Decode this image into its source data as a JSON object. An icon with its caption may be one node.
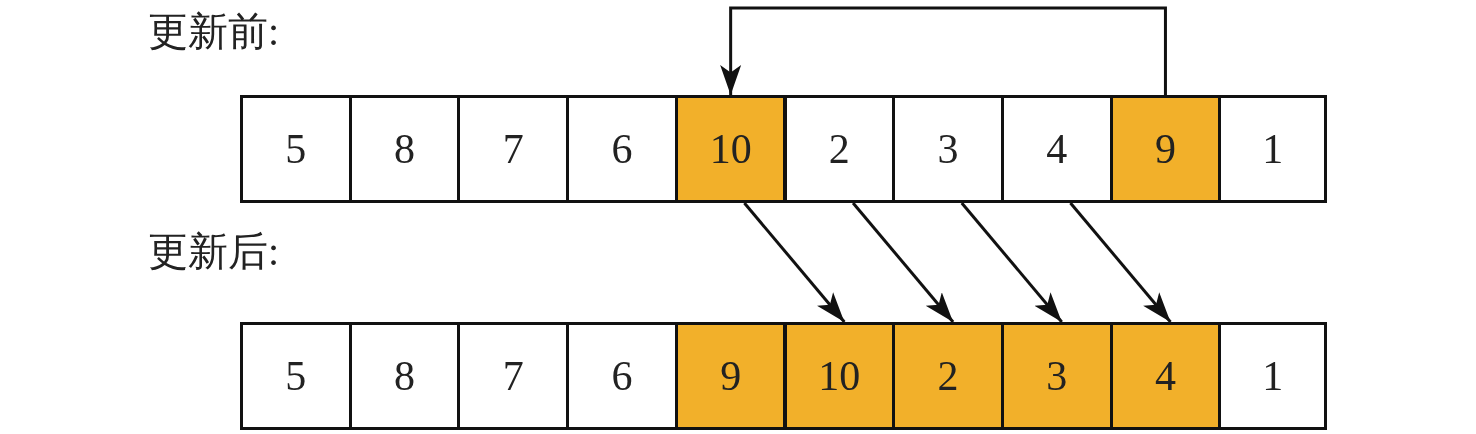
{
  "diagram": {
    "nodes": [
      {
        "text": [
          "5"
        ]
      },
      {
        "text": [
          "8"
        ]
      },
      {
        "text": [
          "7"
        ]
      },
      {
        "text": [
          "6"
        ]
      },
      {
        "text": [
          "10"
        ]
      },
      {
        "text": [
          "2"
        ]
      },
      {
        "text": [
          "3"
        ]
      },
      {
        "text": [
          "4"
        ]
      },
      {
        "text": [
          "9"
        ]
      },
      {
        "text": [
          "1"
        ]
      },
      {
        "text": [
          "5"
        ]
      },
      {
        "text": [
          "8"
        ]
      },
      {
        "text": [
          "7"
        ]
      },
      {
        "text": [
          "6"
        ]
      },
      {
        "text": [
          "9"
        ]
      },
      {
        "text": [
          "10"
        ]
      },
      {
        "text": [
          "2"
        ]
      },
      {
        "text": [
          "3"
        ]
      },
      {
        "text": [
          "4"
        ]
      },
      {
        "text": [
          "1"
        ]
      }
    ],
    "edges": [
      {
        "from": 8,
        "to": 4,
        "arrow": "to"
      },
      {
        "from": 4,
        "to": 15,
        "arrow": "to"
      },
      {
        "from": 5,
        "to": 16,
        "arrow": "to"
      },
      {
        "from": 6,
        "to": 17,
        "arrow": "to"
      },
      {
        "from": 7,
        "to": 18,
        "arrow": "to"
      }
    ],
    "labels": [
      "更新前:",
      "更新后:"
    ]
  }
}
